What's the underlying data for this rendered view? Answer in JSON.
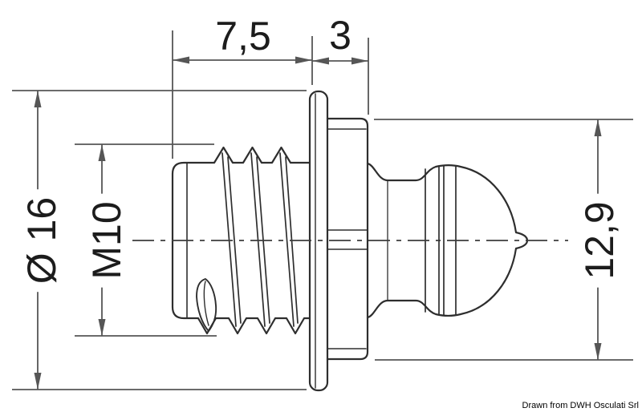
{
  "drawing": {
    "dimensions": {
      "thread_length": "7,5",
      "collar_width": "3",
      "flange_diameter": "Ø 16",
      "thread_size": "M10",
      "head_diameter": "12,9"
    },
    "credit": "Drawn from DWH Osculati Srl",
    "colors": {
      "background": "#ffffff",
      "part_outline": "#2e2e2e",
      "dimension_lines": "#565656",
      "label_text": "#1c1c1c"
    }
  }
}
